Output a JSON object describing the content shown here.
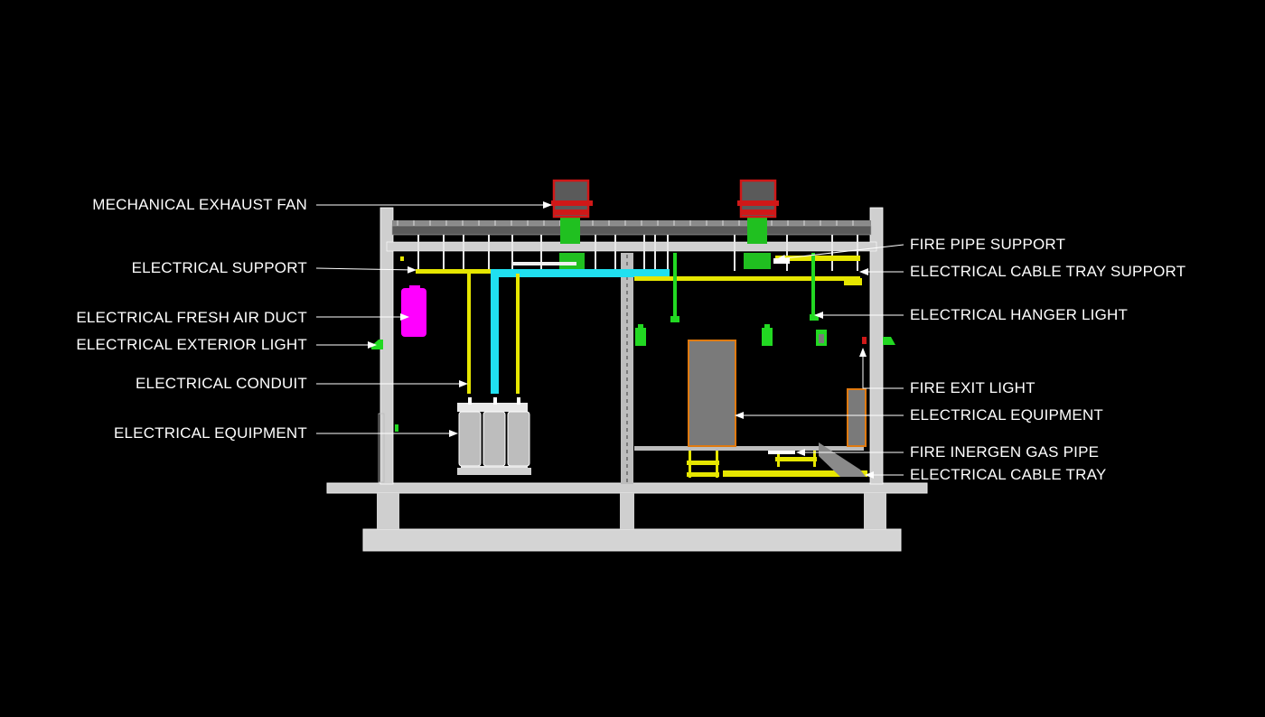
{
  "colors": {
    "background": "#000000",
    "structure": "#d0d0d0",
    "exhaust_fan": "#d01818",
    "fan_base": "#20c020",
    "cable_tray": "#e6e600",
    "fresh_air_duct": "#ff00ff",
    "duct_cyan": "#20e0f0",
    "light_green": "#22d922",
    "equipment_orange": "#e07a10",
    "equipment_gray": "#7a7a7a"
  },
  "labels_left": [
    {
      "id": "mechanical-exhaust-fan",
      "text": "MECHANICAL EXHAUST FAN"
    },
    {
      "id": "electrical-support",
      "text": "ELECTRICAL  SUPPORT"
    },
    {
      "id": "electrical-fresh-air-duct",
      "text": "ELECTRICAL FRESH AIR DUCT"
    },
    {
      "id": "electrical-exterior-light",
      "text": "ELECTRICAL EXTERIOR LIGHT"
    },
    {
      "id": "electrical-conduit",
      "text": "ELECTRICAL CONDUIT"
    },
    {
      "id": "electrical-equipment-left",
      "text": "ELECTRICAL EQUIPMENT"
    }
  ],
  "labels_right": [
    {
      "id": "fire-pipe-support",
      "text": "FIRE PIPE SUPPORT"
    },
    {
      "id": "electrical-cable-tray-support",
      "text": "ELECTRICAL CABLE TRAY SUPPORT"
    },
    {
      "id": "electrical-hanger-light",
      "text": "ELECTRICAL HANGER LIGHT"
    },
    {
      "id": "fire-exit-light",
      "text": "FIRE EXIT LIGHT"
    },
    {
      "id": "electrical-equipment-right",
      "text": "ELECTRICAL EQUIPMENT"
    },
    {
      "id": "fire-inergen-gas-pipe",
      "text": "FIRE INERGEN GAS PIPE"
    },
    {
      "id": "electrical-cable-tray",
      "text": "ELECTRICAL CABLE TRAY"
    }
  ]
}
